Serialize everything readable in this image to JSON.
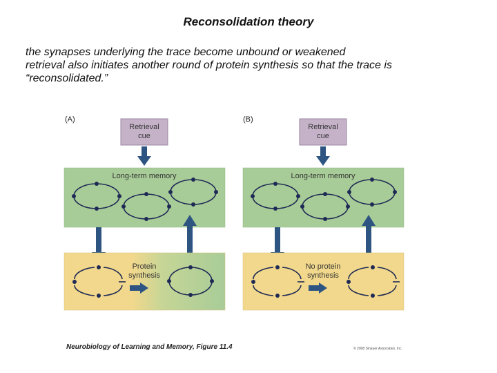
{
  "title": "Reconsolidation theory",
  "body_lines": [
    "the synapses underlying the trace become unbound or weakened",
    "retrieval also initiates another round of protein synthesis so that the trace is",
    "“reconsolidated.”"
  ],
  "panels": [
    {
      "letter": "(A)",
      "cue_line1": "Retrieval",
      "cue_line2": "cue",
      "ltm_label": "Long-term memory",
      "synth_line1": "Protein",
      "synth_line2": "synthesis"
    },
    {
      "letter": "(B)",
      "cue_line1": "Retrieval",
      "cue_line2": "cue",
      "ltm_label": "Long-term memory",
      "synth_line1": "No protein",
      "synth_line2": "synthesis"
    }
  ],
  "caption": "Neurobiology of Learning and Memory, Figure 11.4",
  "copyright": "© 2008 Sinauer Associates, Inc.",
  "colors": {
    "green_box": "#a8cc98",
    "yellow_box": "#f2d88c",
    "cue_box": "#c5b2c8",
    "arrow": "#2e5582"
  }
}
